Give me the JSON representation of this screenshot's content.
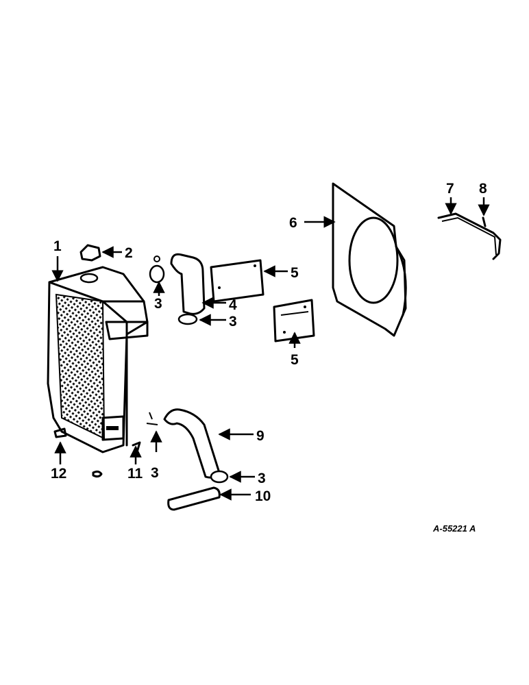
{
  "diagram": {
    "reference_code": "A-55221 A",
    "callouts": {
      "c1": "1",
      "c2": "2",
      "c3a": "3",
      "c3b": "3",
      "c3c": "3",
      "c3d": "3",
      "c4": "4",
      "c5a": "5",
      "c5b": "5",
      "c6": "6",
      "c7": "7",
      "c8": "8",
      "c9": "9",
      "c10": "10",
      "c11": "11",
      "c12": "12"
    }
  }
}
